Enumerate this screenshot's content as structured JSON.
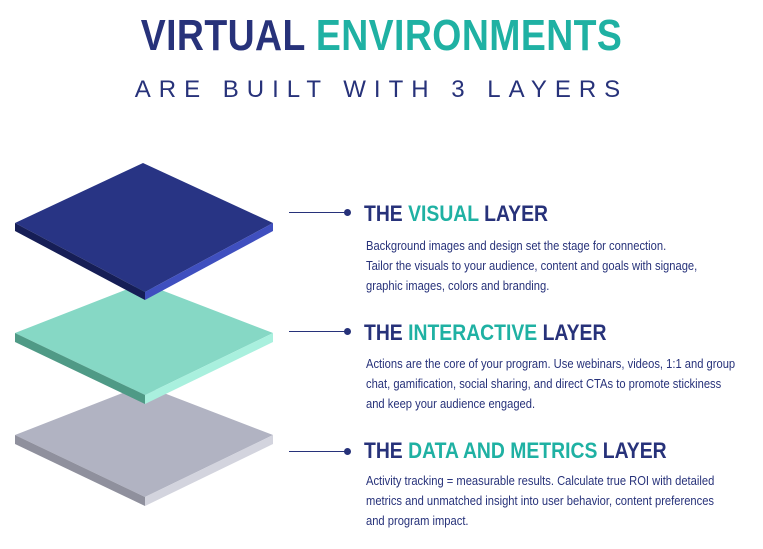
{
  "title": {
    "part1": "VIRTUAL",
    "part2": "ENVIRONMENTS",
    "subtitle": "ARE BUILT WITH 3 LAYERS"
  },
  "colors": {
    "navy": "#27327a",
    "teal": "#1fb1a3",
    "visual_layer": "#283484",
    "interactive_layer": "#86d8c5",
    "data_layer": "#b1b3c2"
  },
  "layers": [
    {
      "title_pre": "THE",
      "title_highlight": "VISUAL",
      "title_post": "LAYER",
      "desc_lines": [
        "Background images and design set the stage for connection.",
        "Tailor the visuals to your audience, content and goals with signage,",
        "graphic images, colors and branding."
      ]
    },
    {
      "title_pre": "THE",
      "title_highlight": "INTERACTIVE",
      "title_post": "LAYER",
      "desc_lines": [
        "Actions are the core of your program. Use webinars, videos, 1:1 and group",
        "chat, gamification, social sharing, and direct CTAs to promote stickiness",
        "and keep your audience engaged."
      ]
    },
    {
      "title_pre": "THE",
      "title_highlight": "DATA AND METRICS",
      "title_post": "LAYER",
      "desc_lines": [
        "Activity tracking = measurable results. Calculate true ROI with detailed",
        "metrics and unmatched insight into user behavior, content preferences",
        "and program impact."
      ]
    }
  ]
}
